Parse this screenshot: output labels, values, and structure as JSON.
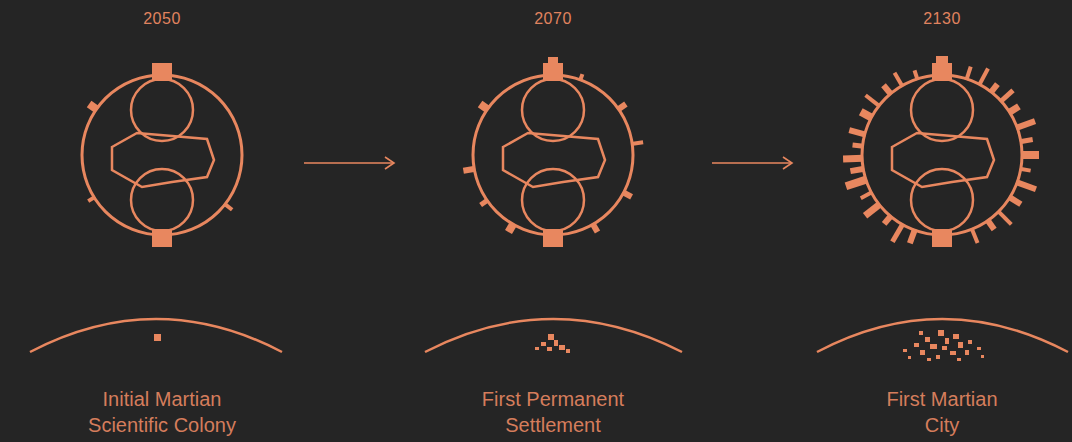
{
  "diagram": {
    "nodes": [
      {
        "text": [
          "2050",
          "Initial Martian Scientific Colony"
        ]
      },
      {
        "text": [
          "2070",
          "First Permanent Settlement"
        ]
      },
      {
        "text": [
          "2130",
          "First Martian City"
        ]
      }
    ],
    "edges": [
      {
        "from": 0,
        "to": 1,
        "arrow": "to"
      },
      {
        "from": 1,
        "to": 2,
        "arrow": "to"
      }
    ]
  }
}
